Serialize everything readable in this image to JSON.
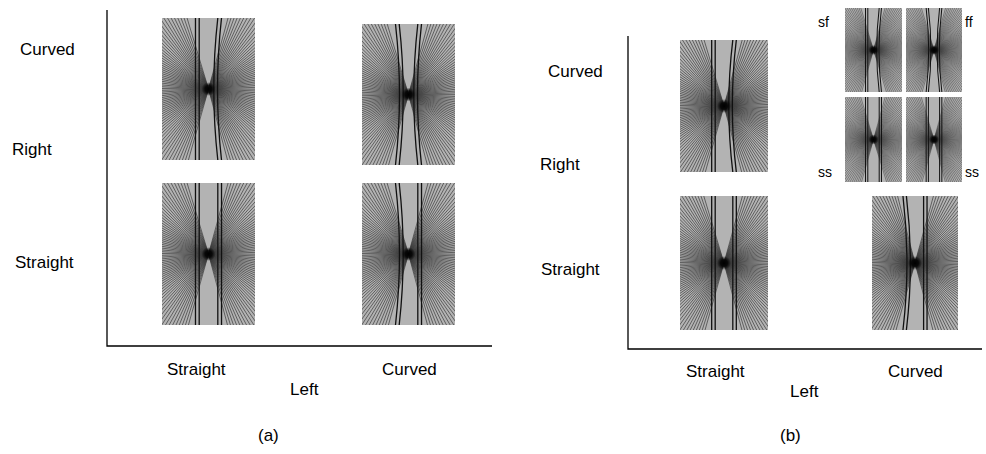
{
  "diagram": {
    "labels": [
      "Curved",
      "Right",
      "Straight",
      "Straight",
      "Left",
      "Curved",
      "(a)",
      "Curved",
      "Right",
      "Straight",
      "sf",
      "ff",
      "ss",
      "ss",
      "Straight",
      "Left",
      "Curved",
      "(b)"
    ]
  }
}
